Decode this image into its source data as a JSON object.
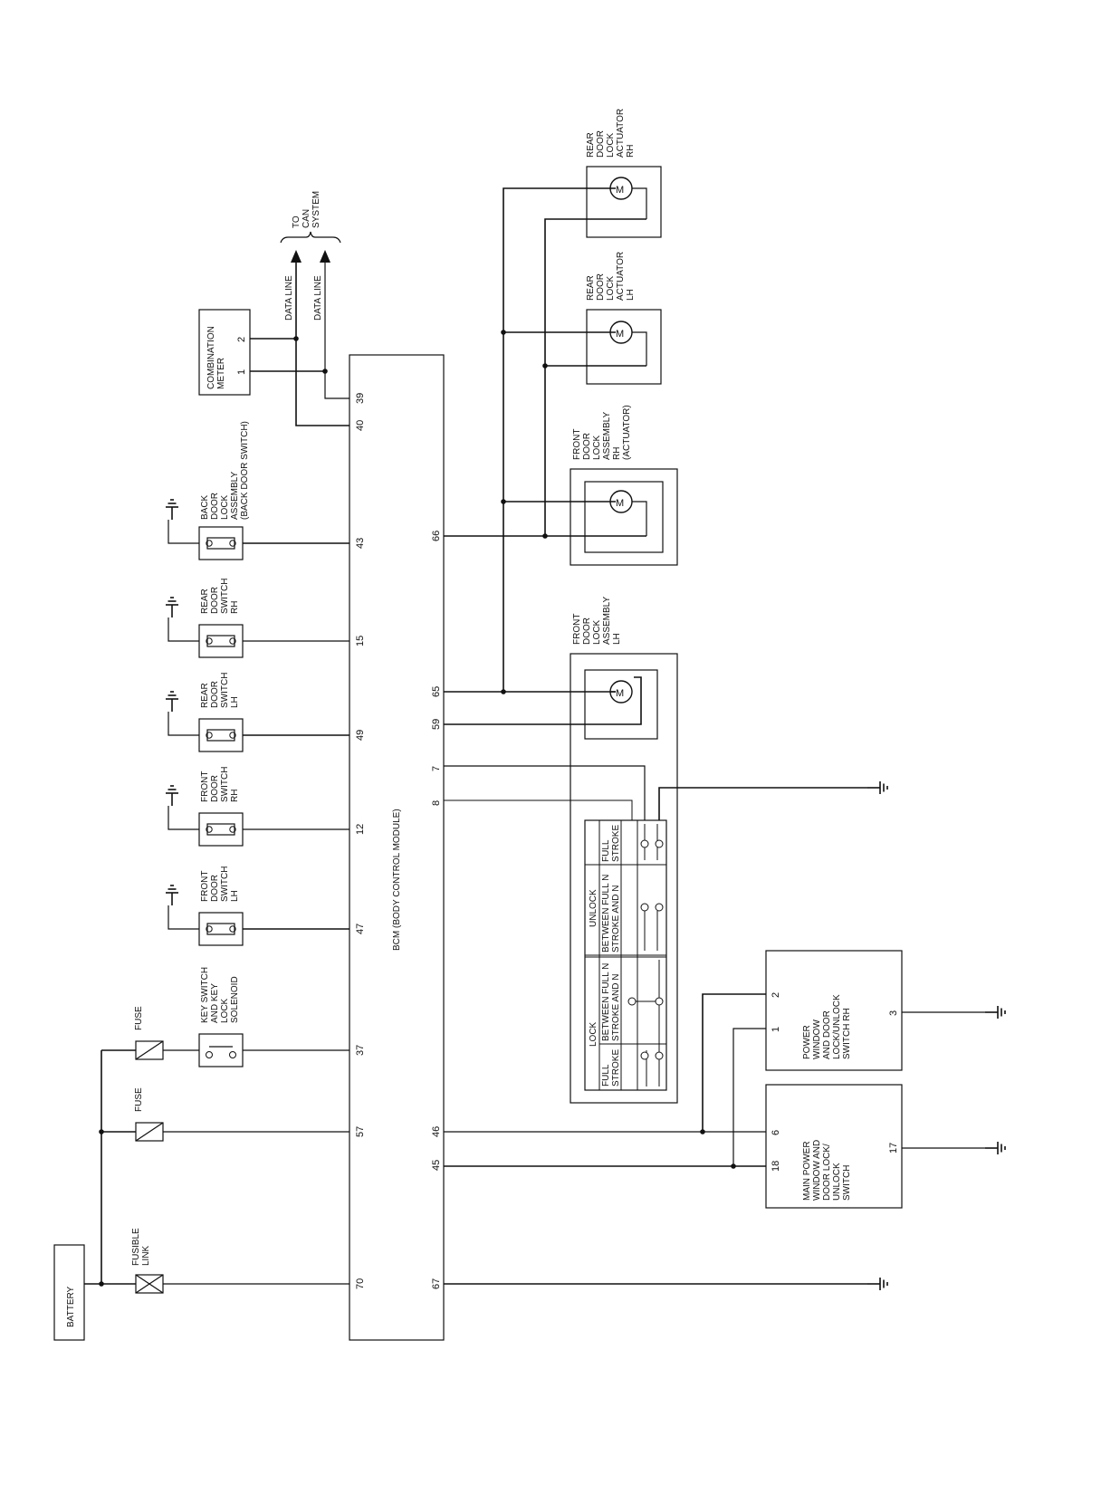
{
  "battery": "BATTERY",
  "fusible_link": [
    "FUSIBLE",
    "LINK"
  ],
  "fuse": "FUSE",
  "key_switch": [
    "KEY SWITCH",
    "AND KEY",
    "LOCK",
    "SOLENOID"
  ],
  "front_door_switch_lh": [
    "FRONT",
    "DOOR",
    "SWITCH",
    "LH"
  ],
  "front_door_switch_rh": [
    "FRONT",
    "DOOR",
    "SWITCH",
    "RH"
  ],
  "rear_door_switch_lh": [
    "REAR",
    "DOOR",
    "SWITCH",
    "LH"
  ],
  "rear_door_switch_rh": [
    "REAR",
    "DOOR",
    "SWITCH",
    "RH"
  ],
  "back_door_lock": [
    "BACK",
    "DOOR",
    "LOCK",
    "ASSEMBLY",
    "(BACK DOOR SWITCH)"
  ],
  "combination_meter": [
    "COMBINATION",
    "METER"
  ],
  "data_line": "DATA LINE",
  "to_can": [
    "TO",
    "CAN",
    "SYSTEM"
  ],
  "bcm": "BCM (BODY CONTROL MODULE)",
  "front_door_lock_lh": [
    "FRONT",
    "DOOR",
    "LOCK",
    "ASSEMBLY",
    "LH"
  ],
  "front_door_lock_rh": [
    "FRONT",
    "DOOR",
    "LOCK",
    "ASSEMBLY",
    "RH",
    "(ACTUATOR)"
  ],
  "rear_door_lock_lh": [
    "REAR",
    "DOOR",
    "LOCK",
    "ACTUATOR",
    "LH"
  ],
  "rear_door_lock_rh": [
    "REAR",
    "DOOR",
    "LOCK",
    "ACTUATOR",
    "RH"
  ],
  "motor": "M",
  "pw_rh": [
    "POWER",
    "WINDOW",
    "AND DOOR",
    "LOCK/UNLOCK",
    "SWITCH RH"
  ],
  "main_pw": [
    "MAIN POWER",
    "WINDOW AND",
    "DOOR LOCK/",
    "UNLOCK",
    "SWITCH"
  ],
  "table": {
    "lock": "LOCK",
    "unlock": "UNLOCK",
    "full": "FULL",
    "stroke": "STROKE",
    "between1": "BETWEEN FULL N",
    "between2": "STROKE AND N"
  },
  "pins": {
    "p70": "70",
    "p57": "57",
    "p37": "37",
    "p47": "47",
    "p12": "12",
    "p49": "49",
    "p15": "15",
    "p43": "43",
    "p40": "40",
    "p39": "39",
    "p67": "67",
    "p45": "45",
    "p46": "46",
    "p8": "8",
    "p7": "7",
    "p59": "59",
    "p65": "65",
    "p66": "66",
    "m1": "1",
    "m2": "2",
    "r1": "1",
    "r2": "2",
    "r3": "3",
    "s6": "6",
    "s18": "18",
    "s17": "17"
  }
}
